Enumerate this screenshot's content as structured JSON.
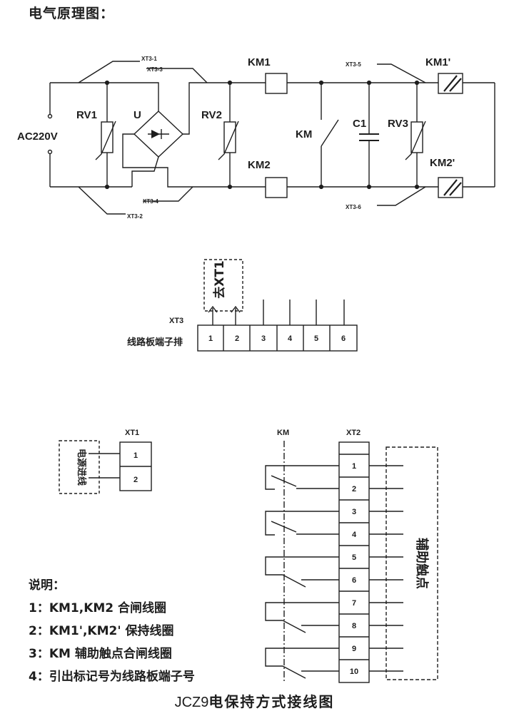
{
  "title": "电气原理图：",
  "schematic": {
    "source": "AC220V",
    "varistors": [
      "RV1",
      "RV2",
      "RV3"
    ],
    "rectifier": "U",
    "closing_coils": [
      "KM1",
      "KM2"
    ],
    "holding_coils": [
      "KM1'",
      "KM2'"
    ],
    "aux_contact": "KM",
    "capacitor": "C1",
    "terminals": [
      "XT3-1",
      "XT3-3",
      "XT3-4",
      "XT3-2",
      "XT3-5",
      "XT3-6"
    ]
  },
  "xt3_strip": {
    "name": "XT3",
    "label": "线路板端子排",
    "to_label": "去XT1",
    "cells": [
      "1",
      "2",
      "3",
      "4",
      "5",
      "6"
    ]
  },
  "xt1_block": {
    "name": "XT1",
    "source_label": "电源进线",
    "cells": [
      "1",
      "2"
    ]
  },
  "xt2_block": {
    "km_label": "KM",
    "name": "XT2",
    "cells": [
      "1",
      "2",
      "3",
      "4",
      "5",
      "6",
      "7",
      "8",
      "9",
      "10"
    ],
    "aux_label": "辅助触点"
  },
  "notes": {
    "heading": "说明：",
    "items": [
      "1：KM1,KM2 合闸线圈",
      "2：KM1',KM2' 保持线圈",
      "3：KM 辅助触点合闸线圈",
      "4：引出标记号为线路板端子号"
    ]
  },
  "caption": {
    "code": "JCZ9",
    "text": "电保持方式接线图"
  }
}
